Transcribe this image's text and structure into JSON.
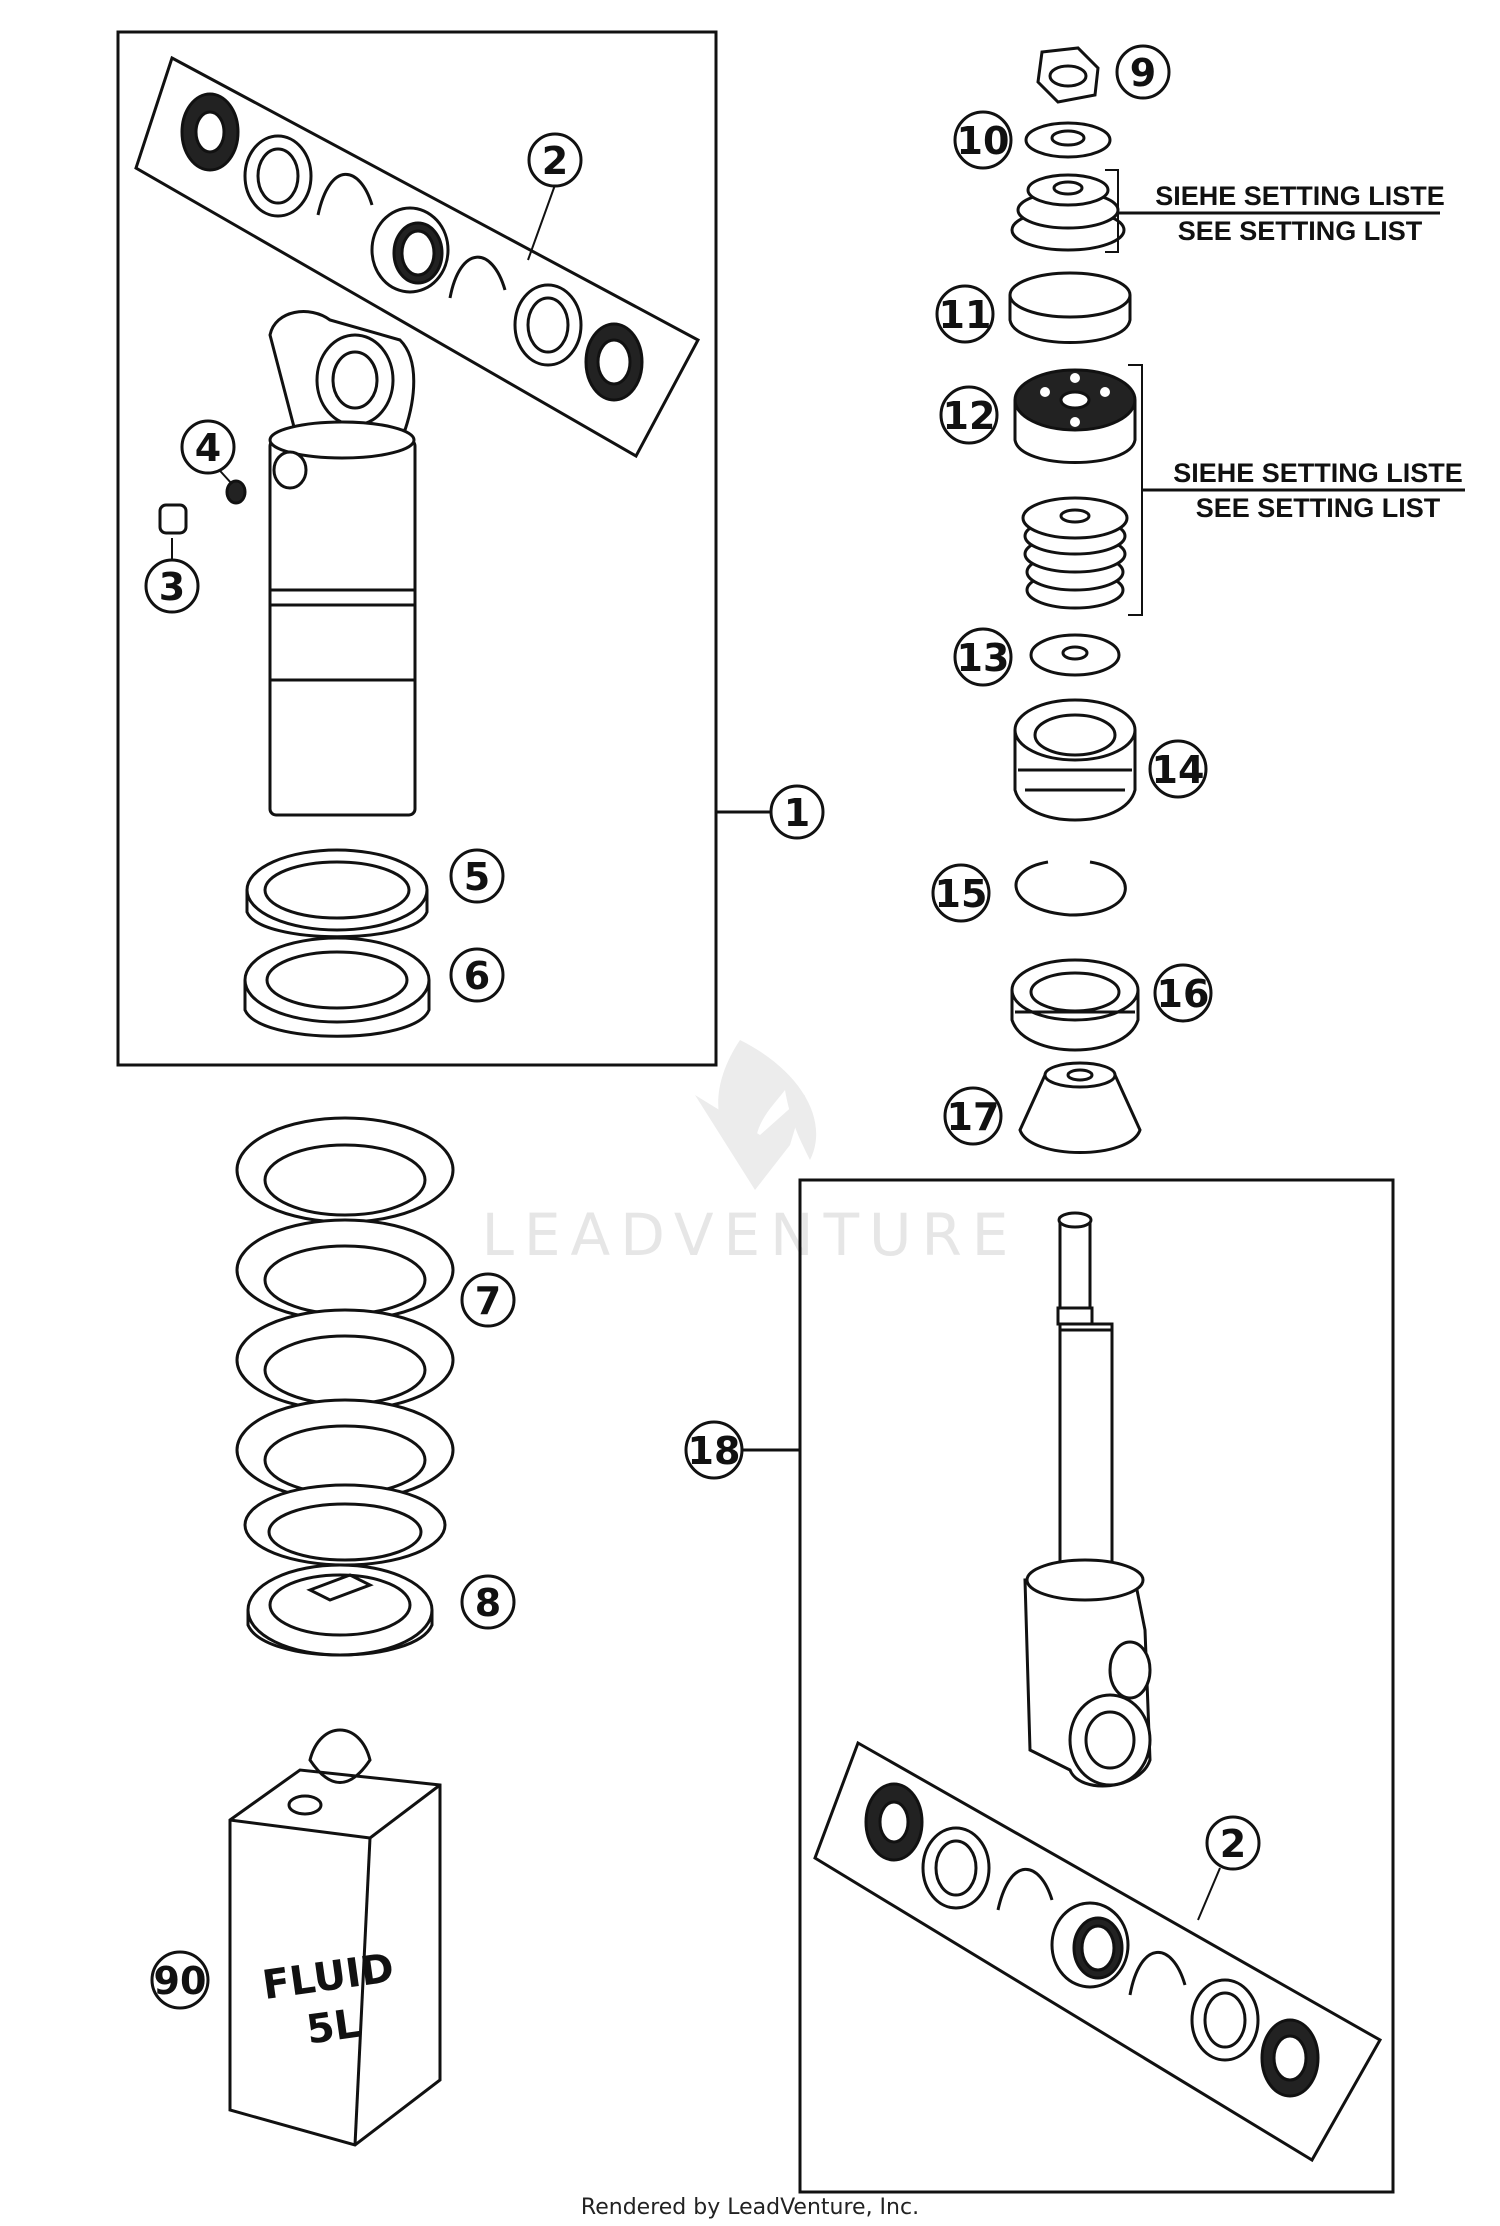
{
  "callouts": [
    {
      "id": "c1",
      "label": "1"
    },
    {
      "id": "c2a",
      "label": "2"
    },
    {
      "id": "c2b",
      "label": "2"
    },
    {
      "id": "c3",
      "label": "3"
    },
    {
      "id": "c4",
      "label": "4"
    },
    {
      "id": "c5",
      "label": "5"
    },
    {
      "id": "c6",
      "label": "6"
    },
    {
      "id": "c7",
      "label": "7"
    },
    {
      "id": "c8",
      "label": "8"
    },
    {
      "id": "c9",
      "label": "9"
    },
    {
      "id": "c10",
      "label": "10"
    },
    {
      "id": "c11",
      "label": "11"
    },
    {
      "id": "c12",
      "label": "12"
    },
    {
      "id": "c13",
      "label": "13"
    },
    {
      "id": "c14",
      "label": "14"
    },
    {
      "id": "c15",
      "label": "15"
    },
    {
      "id": "c16",
      "label": "16"
    },
    {
      "id": "c17",
      "label": "17"
    },
    {
      "id": "c18",
      "label": "18"
    },
    {
      "id": "c90",
      "label": "90"
    }
  ],
  "notes": {
    "upper": {
      "line1": "SIEHE SETTING LISTE",
      "line2": "SEE SETTING LIST"
    },
    "lower": {
      "line1": "SIEHE SETTING LISTE",
      "line2": "SEE SETTING LIST"
    }
  },
  "fluid": {
    "line1": "FLUID",
    "line2": "5L"
  },
  "watermark": {
    "text": "LEADVENTURE"
  },
  "footer": {
    "text": "Rendered by LeadVenture, Inc."
  }
}
